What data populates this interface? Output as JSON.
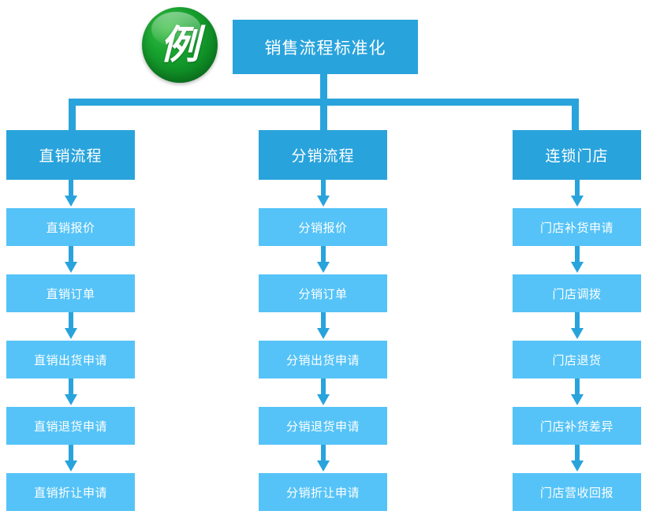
{
  "diagram": {
    "title": "销售流程标准化",
    "badge": {
      "character": "例",
      "color": "#18a430"
    },
    "colors": {
      "node_dark": "#29a3dc",
      "node_light": "#55c3f7",
      "connector": "#29a3dc",
      "text": "#ffffff",
      "background": "#ffffff"
    },
    "branches": [
      {
        "header": "直销流程",
        "steps": [
          "直销报价",
          "直销订单",
          "直销出货申请",
          "直销退货申请",
          "直销折让申请"
        ]
      },
      {
        "header": "分销流程",
        "steps": [
          "分销报价",
          "分销订单",
          "分销出货申请",
          "分销退货申请",
          "分销折让申请"
        ]
      },
      {
        "header": "连锁门店",
        "steps": [
          "门店补货申请",
          "门店调拨",
          "门店退货",
          "门店补货差异",
          "门店营收回报"
        ]
      }
    ]
  }
}
